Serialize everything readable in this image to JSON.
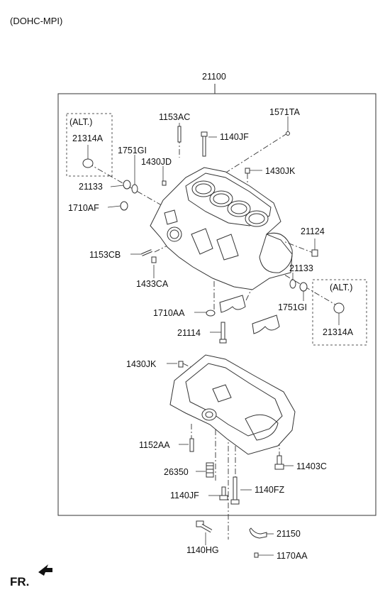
{
  "header": {
    "engine_note": "(DOHC-MPI)"
  },
  "assembly": {
    "main_part": "21100"
  },
  "alt_left": {
    "tag": "(ALT.)",
    "part": "21314A"
  },
  "alt_right": {
    "tag": "(ALT.)",
    "part": "21314A"
  },
  "parts": {
    "p1153AC": "1153AC",
    "p1571TA": "1571TA",
    "p1140JF_top": "1140JF",
    "p1751GI_left": "1751GI",
    "p1430JD": "1430JD",
    "p1430JK_top": "1430JK",
    "p21133_left": "21133",
    "p1710AF": "1710AF",
    "p21124": "21124",
    "p1153CB": "1153CB",
    "p21133_right": "21133",
    "p1433CA": "1433CA",
    "p1751GI_right": "1751GI",
    "p1710AA": "1710AA",
    "p21114": "21114",
    "p1430JK_bottom": "1430JK",
    "p1152AA": "1152AA",
    "p26350": "26350",
    "p11403C": "11403C",
    "p1140JF_bottom": "1140JF",
    "p1140FZ": "1140FZ",
    "p1140HG": "1140HG",
    "p21150": "21150",
    "p1170AA": "1170AA"
  },
  "footer": {
    "direction": "FR."
  }
}
